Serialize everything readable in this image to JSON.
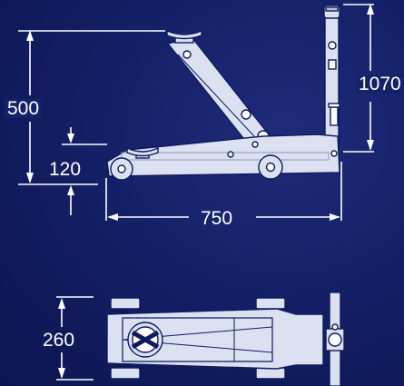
{
  "dimensions": {
    "max_height": "500",
    "min_height": "120",
    "handle_height": "1070",
    "length": "750",
    "width": "260"
  },
  "colors": {
    "background": "#152168",
    "line": "#ffffff",
    "body": "#dce1f2",
    "outline": "#0e1a5c"
  }
}
